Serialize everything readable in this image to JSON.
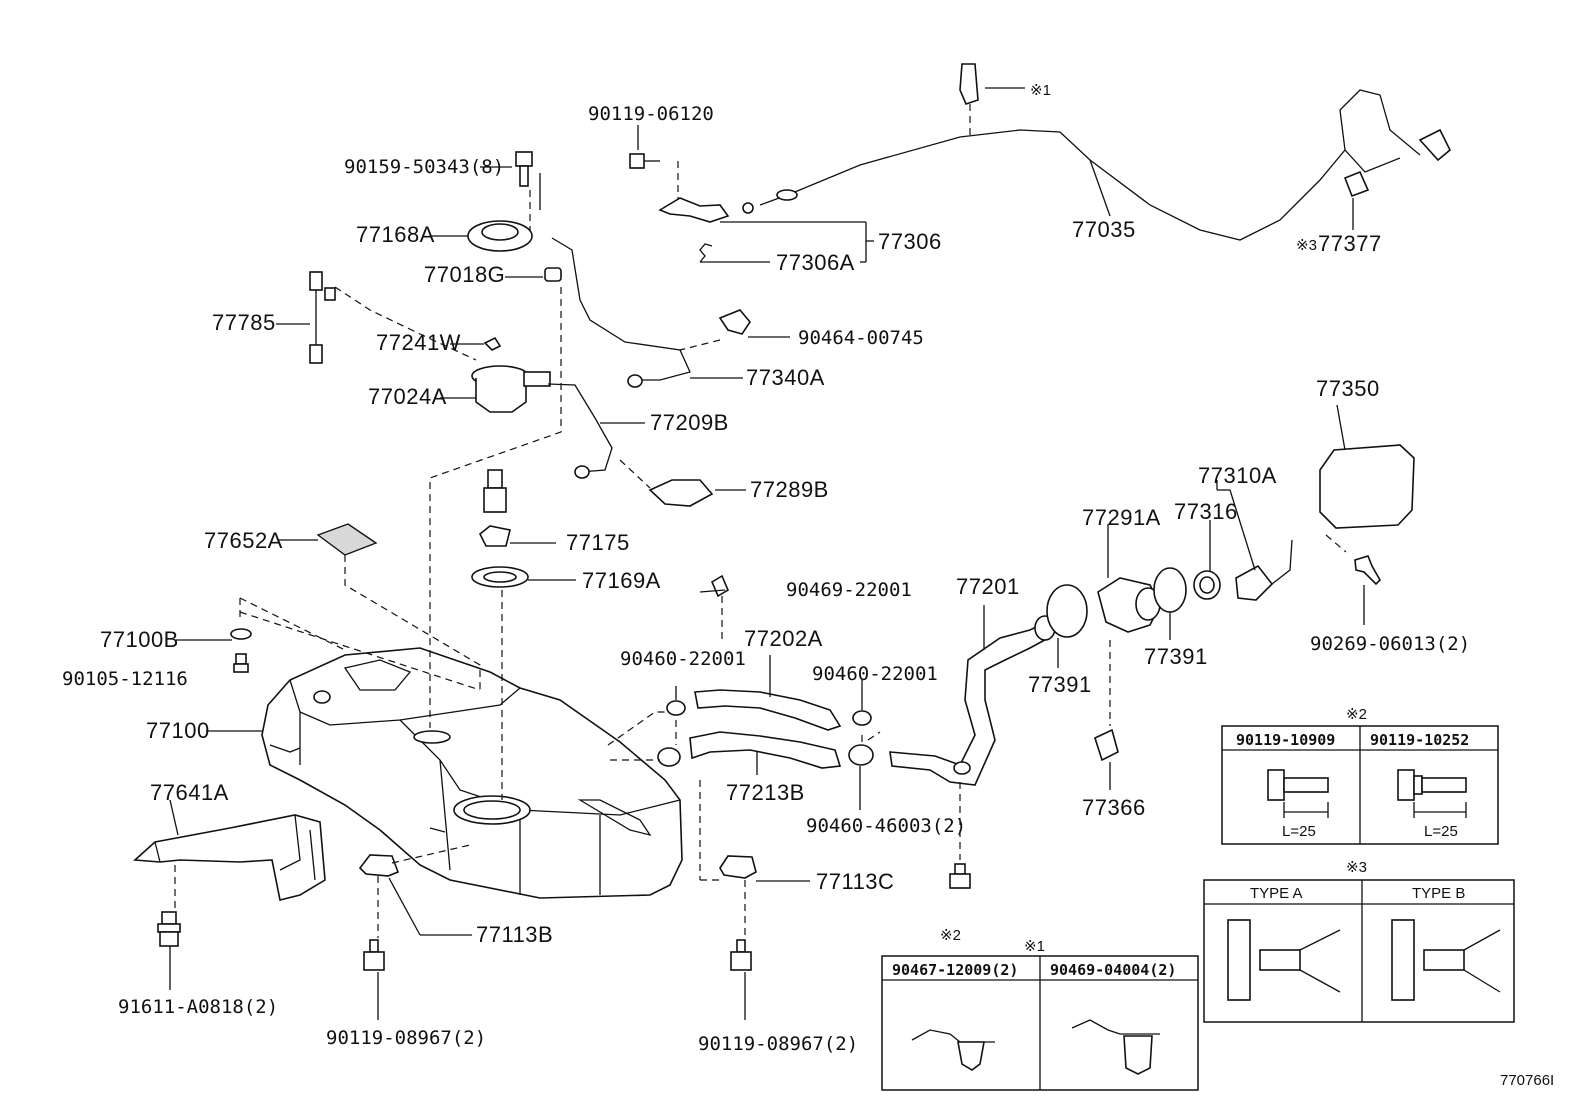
{
  "parts": {
    "p90119_06120": "90119-06120",
    "p90159_50343": "90159-50343(8)",
    "p77168A": "77168A",
    "p77018G": "77018G",
    "p77785": "77785",
    "p77241W": "77241W",
    "p77024A": "77024A",
    "p77209B": "77209B",
    "p77340A": "77340A",
    "p90464_00745": "90464-00745",
    "p77306": "77306",
    "p77306A": "77306A",
    "p77035": "77035",
    "p77377": "77377",
    "p77289B": "77289B",
    "p77175": "77175",
    "p77169A": "77169A",
    "p77652A": "77652A",
    "p77100B": "77100B",
    "p90105_12116": "90105-12116",
    "p77100": "77100",
    "p77641A": "77641A",
    "p91611_A0818": "91611-A0818(2)",
    "p90119_08967_a": "90119-08967(2)",
    "p90119_08967_b": "90119-08967(2)",
    "p77113B": "77113B",
    "p77113C": "77113C",
    "p90469_22001": "90469-22001",
    "p90460_22001_a": "90460-22001",
    "p90460_22001_b": "90460-22001",
    "p77202A": "77202A",
    "p77213B": "77213B",
    "p90460_46003": "90460-46003(2)",
    "p77201": "77201",
    "p77291A": "77291A",
    "p77391_a": "77391",
    "p77391_b": "77391",
    "p77316": "77316",
    "p77310A": "77310A",
    "p77350": "77350",
    "p90269_06013": "90269-06013(2)",
    "p77366": "77366"
  },
  "notes": {
    "n1": "※1",
    "n2": "※2",
    "n3": "※3",
    "n3_77377": "※3",
    "n2_bolt": "※2"
  },
  "table_note2": {
    "note": "※2",
    "col1": "90119-10909",
    "col2": "90119-10252",
    "len1": "L=25",
    "len2": "L=25"
  },
  "table_note3": {
    "note": "※3",
    "col1": "TYPE A",
    "col2": "TYPE B"
  },
  "table_note1": {
    "note": "※1",
    "col1": "90467-12009(2)",
    "col2": "90469-04004(2)"
  },
  "diagram_id": "770766I"
}
